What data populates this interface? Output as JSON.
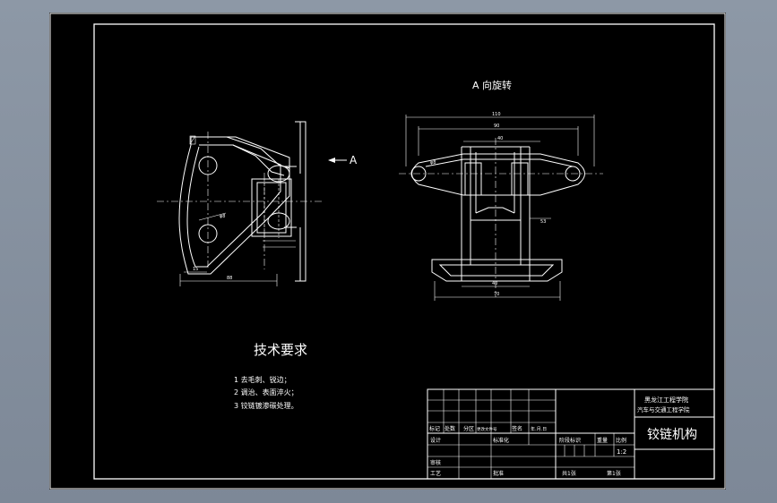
{
  "view_title": "A 向旋转",
  "view_marker": "A",
  "dims_left": {
    "bottom_total": "88",
    "bottom_small": "15",
    "hole": "φ8"
  },
  "dims_right": {
    "overall": "110",
    "mid_width": "90",
    "inner": "40",
    "height": "53",
    "base_outer": "70",
    "base_inner": "40",
    "hole": "φ8"
  },
  "requirements": {
    "heading": "技术要求",
    "items": [
      "1 去毛刺、锐边；",
      "2 调治、表面淬火；",
      "3 铰链镀渗碳处理。"
    ]
  },
  "title_block": {
    "school_line1": "黑龙江工程学院",
    "school_line2": "汽车与交通工程学院",
    "drawing_name": "铰链机构",
    "headers": [
      "标记",
      "处数",
      "分区",
      "更改文件号",
      "签名",
      "年.月.日"
    ],
    "design": "设计",
    "standardize": "标准化",
    "review": "审核",
    "process": "工艺",
    "approve": "批准",
    "stage_mark": "阶段标识",
    "weight": "重量",
    "ratio": "比例",
    "scale": "1:2",
    "sheets_total": "共1张",
    "sheet_no": "第1张"
  }
}
